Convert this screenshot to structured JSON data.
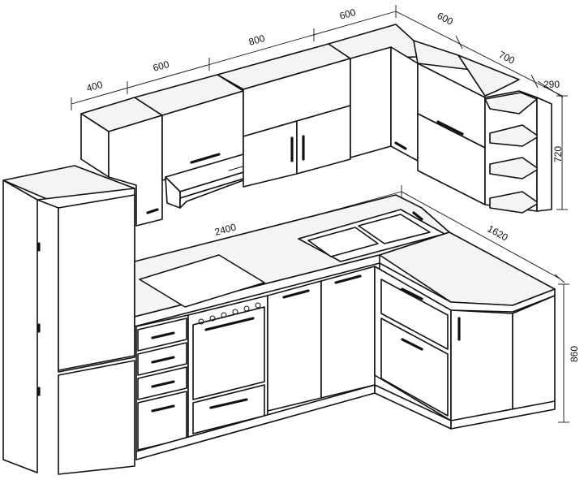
{
  "dimensions": {
    "upper_400": "400",
    "upper_600_a": "600",
    "upper_800": "800",
    "upper_600_b": "600",
    "upper_600_c": "600",
    "upper_700": "700",
    "upper_290": "290",
    "upper_720": "720",
    "base_2400": "2400",
    "base_1620": "1620",
    "base_860": "860"
  }
}
